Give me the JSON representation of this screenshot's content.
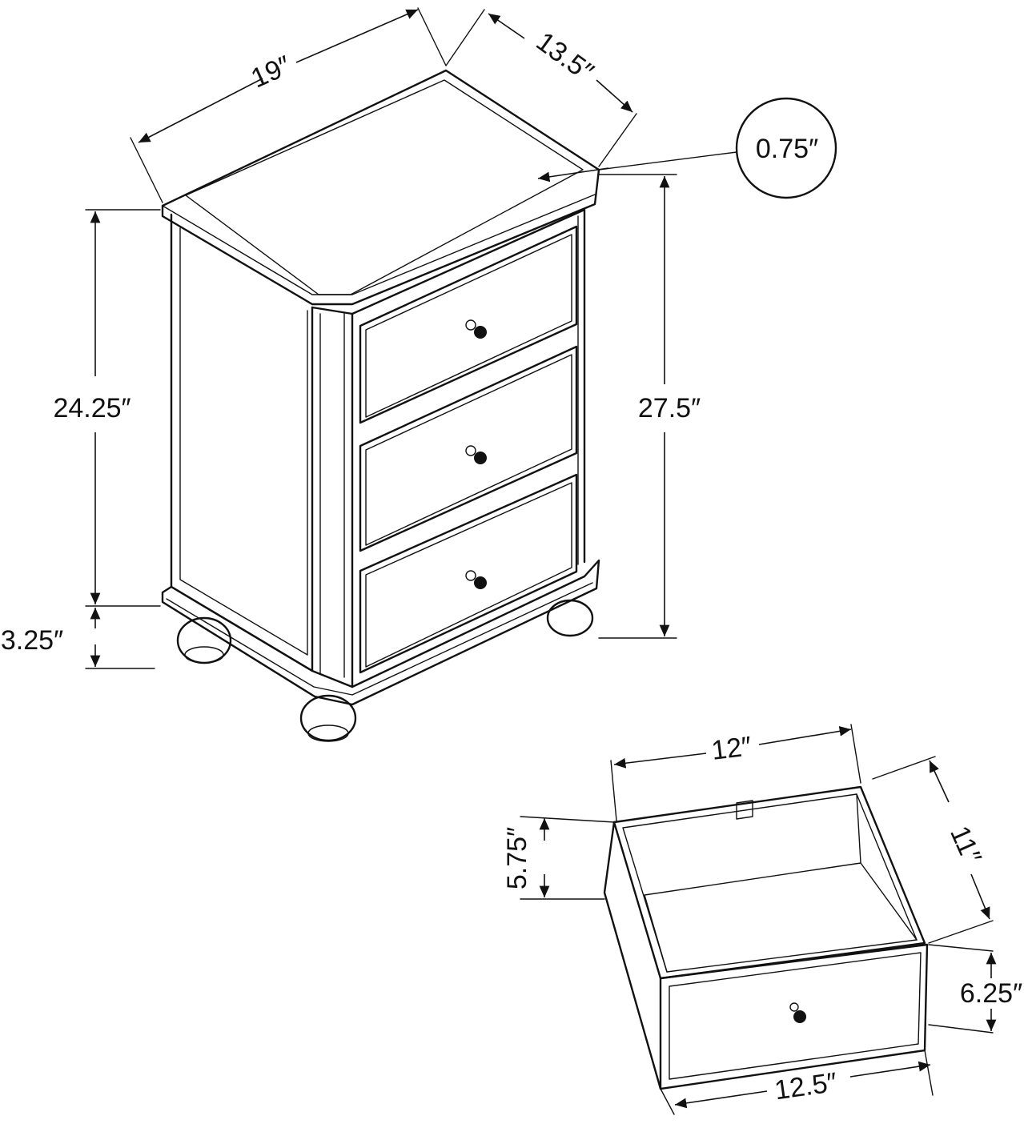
{
  "diagram": {
    "stroke_color": "#111111",
    "background_color": "#ffffff",
    "subjects": [
      "accent-chest",
      "drawer"
    ],
    "dimensions": {
      "width": "19″",
      "depth": "13.5″",
      "top_thickness": "0.75″",
      "body_height": "24.25″",
      "total_height": "27.5″",
      "leg_height": "3.25″",
      "drawer_width": "12″",
      "drawer_depth": "11″",
      "drawer_side_height": "5.75″",
      "drawer_front_height": "6.25″",
      "drawer_front_width": "12.5″"
    }
  }
}
